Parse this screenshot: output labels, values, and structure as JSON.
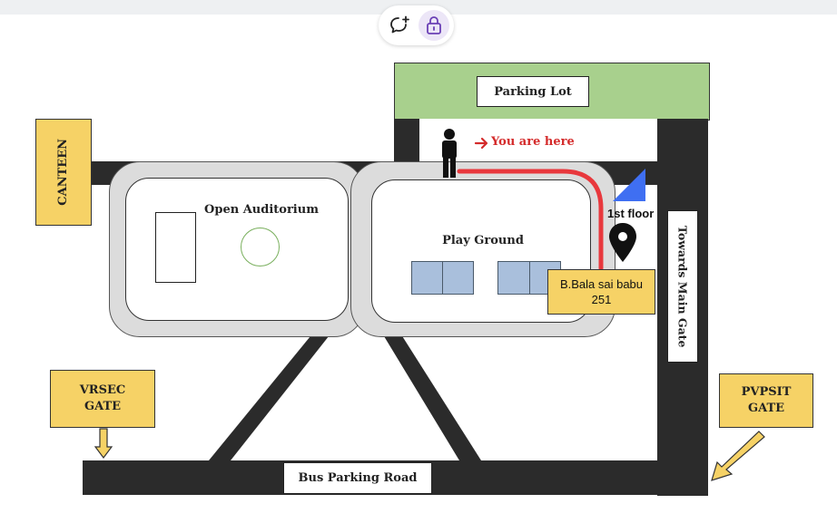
{
  "toolbar": {
    "comment_icon": "comment-plus-icon",
    "lock_icon": "lock-icon"
  },
  "map": {
    "parking_lot": "Parking Lot",
    "you_are_here": "You are here",
    "canteen": "CANTEEN",
    "open_auditorium": "Open Auditorium",
    "play_ground": "Play Ground",
    "first_floor": "1st floor",
    "person_name": "B.Bala sai babu",
    "room_number": "251",
    "towards_main_gate": "Towards Main Gate",
    "vrsec_gate": "VRSEC GATE",
    "pvpsit_gate": "PVPSIT GATE",
    "bus_parking_road": "Bus Parking Road"
  },
  "colors": {
    "parking_green": "#a8d08d",
    "label_yellow": "#f6d266",
    "route_red": "#e8383d",
    "marker_blue": "#3f6ff2",
    "road_dark": "#2b2b2b",
    "window_blue": "#a9bfdc"
  }
}
